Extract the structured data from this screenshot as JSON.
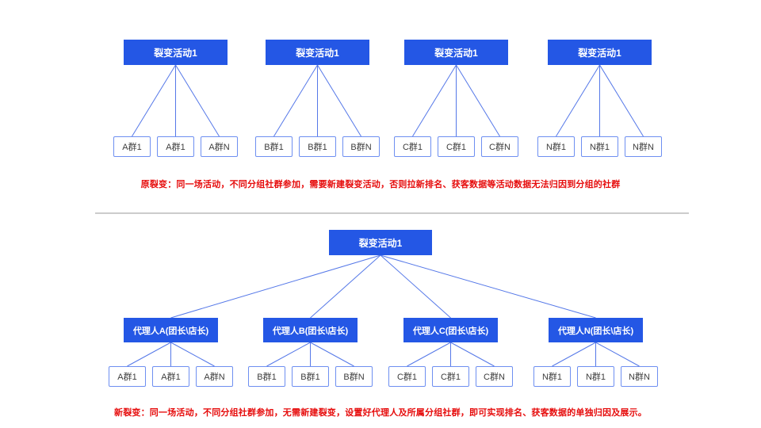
{
  "colors": {
    "node-blue": "#2457e5",
    "leaf-border": "#6e8ff1",
    "line-blue": "#5578e8",
    "caption-red": "#e60c0c"
  },
  "top_section": {
    "trees": [
      {
        "root": "裂变活动1",
        "leaves": [
          "A群1",
          "A群1",
          "A群N"
        ]
      },
      {
        "root": "裂变活动1",
        "leaves": [
          "B群1",
          "B群1",
          "B群N"
        ]
      },
      {
        "root": "裂变活动1",
        "leaves": [
          "C群1",
          "C群1",
          "C群N"
        ]
      },
      {
        "root": "裂变活动1",
        "leaves": [
          "N群1",
          "N群1",
          "N群N"
        ]
      }
    ],
    "caption": "原裂变：同一场活动，不同分组社群参加，需要新建裂变活动，否则拉新排名、获客数据等活动数据无法归因到分组的社群"
  },
  "bottom_section": {
    "root": "裂变活动1",
    "agents": [
      {
        "label": "代理人A(团长\\店长)",
        "leaves": [
          "A群1",
          "A群1",
          "A群N"
        ]
      },
      {
        "label": "代理人B(团长\\店长)",
        "leaves": [
          "B群1",
          "B群1",
          "B群N"
        ]
      },
      {
        "label": "代理人C(团长\\店长)",
        "leaves": [
          "C群1",
          "C群1",
          "C群N"
        ]
      },
      {
        "label": "代理人N(团长\\店长)",
        "leaves": [
          "N群1",
          "N群1",
          "N群N"
        ]
      }
    ],
    "caption": "新裂变：同一场活动，不同分组社群参加，无需新建裂变，设置好代理人及所属分组社群，即可实现排名、获客数据的单独归因及展示。"
  }
}
